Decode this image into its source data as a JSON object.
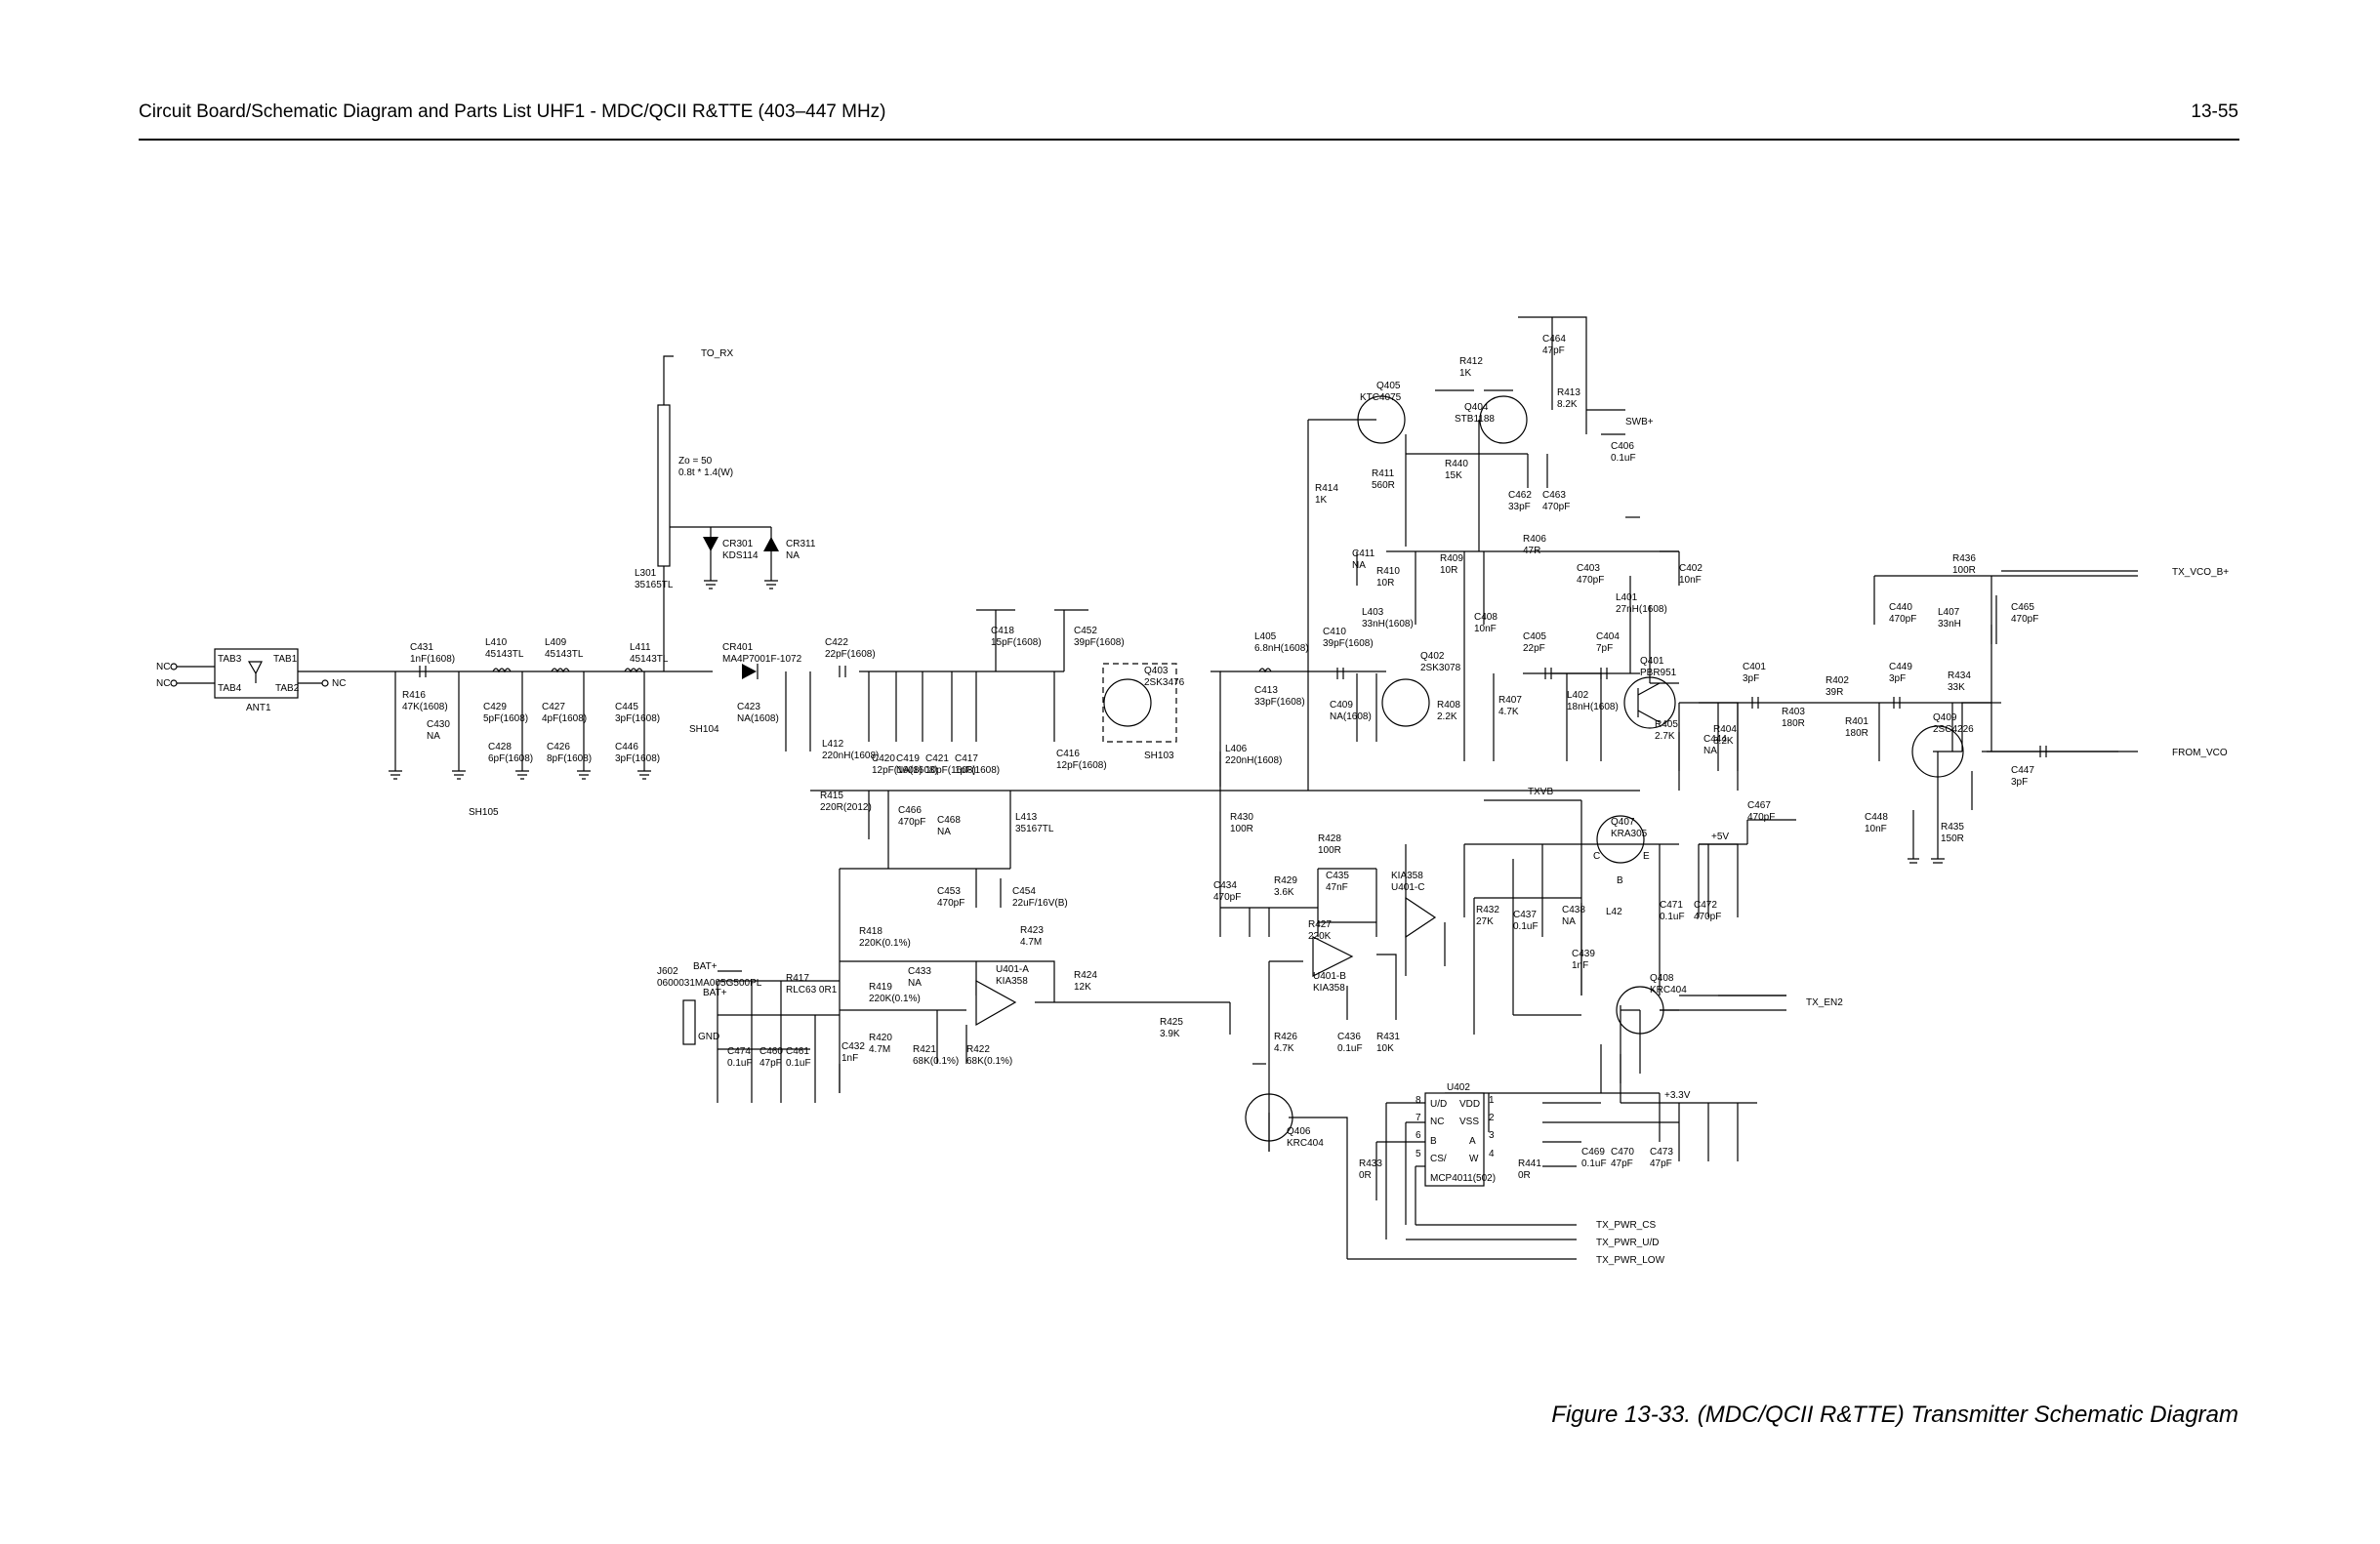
{
  "header": {
    "title": "Circuit Board/Schematic Diagram and Parts List UHF1 - MDC/QCII R&TTE (403–447 MHz)",
    "page_number": "13-55"
  },
  "figure_caption": "Figure 13-33. (MDC/QCII R&TTE) Transmitter Schematic Diagram",
  "ports": {
    "to_rx": "TO_RX",
    "swb": "SWB+",
    "tx_vco_b": "TX_VCO_B+",
    "from_vco": "FROM_VCO",
    "tx_en2": "TX_EN2",
    "tx_pwr_cs": "TX_PWR_CS",
    "tx_pwr_ud": "TX_PWR_U/D",
    "tx_pwr_low": "TX_PWR_LOW",
    "txvb": "TXVB",
    "bat": "BAT+",
    "v5": "+5V",
    "v33": "+3.3V",
    "nc": "NC"
  },
  "antenna": {
    "tab1": "TAB1",
    "tab2": "TAB2",
    "tab3": "TAB3",
    "tab4": "TAB4",
    "ref": "ANT1"
  },
  "stripline": {
    "line1": "Zo = 50",
    "line2": "0.8t * 1.4(W)"
  },
  "transistors": {
    "q401": [
      "Q401",
      "PBR951"
    ],
    "q402": [
      "Q402",
      "2SK3078"
    ],
    "q403": [
      "Q403",
      "2SK3476"
    ],
    "q404": [
      "Q404",
      "STB1188"
    ],
    "q405": [
      "Q405",
      "KTC4075"
    ],
    "q406": [
      "Q406",
      "KRC404"
    ],
    "q407": [
      "Q407",
      "KRA305"
    ],
    "q408": [
      "Q408",
      "KRC404"
    ],
    "q409": [
      "Q409",
      "2SC4226"
    ]
  },
  "pin_labels": {
    "c": "C",
    "e": "E",
    "b": "B",
    "one": "1",
    "two": "2",
    "three": "3",
    "four": "4",
    "five": "5",
    "six": "6",
    "seven": "7",
    "eight": "8"
  },
  "shields": {
    "sh103": "SH103",
    "sh104": "SH104",
    "sh105": "SH105"
  },
  "ics": {
    "u401a": [
      "U401-A",
      "KIA358"
    ],
    "u401b": [
      "U401-B",
      "KIA358"
    ],
    "u401c": [
      "KIA358",
      "U401-C"
    ],
    "u402_ref": "U402",
    "u402_part": "MCP4011(502)",
    "u402_pins_left": [
      "U/D",
      "NC",
      "B",
      "CS/"
    ],
    "u402_pins_right": [
      "VDD",
      "VSS",
      "A",
      "W"
    ],
    "u402_nums_left": [
      "8",
      "7",
      "6",
      "5"
    ],
    "u402_nums_right": [
      "1",
      "2",
      "3",
      "4"
    ]
  },
  "connector": {
    "ref": "J602",
    "part": "0600031MA005G500PL",
    "bat": "BAT+",
    "gnd": "GND"
  },
  "parts": {
    "c431": [
      "C431",
      "1nF(1608)"
    ],
    "l410": [
      "L410",
      "45143TL"
    ],
    "l409": [
      "L409",
      "45143TL"
    ],
    "l411": [
      "L411",
      "45143TL"
    ],
    "cr401": [
      "CR401",
      "MA4P7001F-1072"
    ],
    "c422": [
      "C422",
      "22pF(1608)"
    ],
    "l301": [
      "L301",
      "35165TL"
    ],
    "cr301": [
      "CR301",
      "KDS114"
    ],
    "cr311": [
      "CR311",
      "NA"
    ],
    "r416": [
      "R416",
      "47K(1608)"
    ],
    "c430": [
      "C430",
      "NA"
    ],
    "c429": [
      "C429",
      "5pF(1608)"
    ],
    "c428": [
      "C428",
      "6pF(1608)"
    ],
    "c427": [
      "C427",
      "4pF(1608)"
    ],
    "c426": [
      "C426",
      "8pF(1608)"
    ],
    "c445": [
      "C445",
      "3pF(1608)"
    ],
    "c446": [
      "C446",
      "3pF(1608)"
    ],
    "c423": [
      "C423",
      "NA(1608)"
    ],
    "l412": [
      "L412",
      "220nH(1608)"
    ],
    "c420": [
      "C420",
      "12pF(1608)"
    ],
    "c419": [
      "C419",
      "NA(1608)"
    ],
    "c421": [
      "C421",
      "10pF(1608)"
    ],
    "c417": [
      "C417",
      "1pF(1608)"
    ],
    "c418": [
      "C418",
      "15pF(1608)"
    ],
    "c452": [
      "C452",
      "39pF(1608)"
    ],
    "c416": [
      "C416",
      "12pF(1608)"
    ],
    "r415": [
      "R415",
      "220R(2012)"
    ],
    "c466": [
      "C466",
      "470pF"
    ],
    "c468": [
      "C468",
      "NA"
    ],
    "l413": [
      "L413",
      "35167TL"
    ],
    "c453": [
      "C453",
      "470pF"
    ],
    "c454": [
      "C454",
      "22uF/16V(B)"
    ],
    "r423": [
      "R423",
      "4.7M"
    ],
    "r418": [
      "R418",
      "220K(0.1%)"
    ],
    "r417": [
      "R417",
      "RLC63 0R1"
    ],
    "r419": [
      "R419",
      "220K(0.1%)"
    ],
    "c433": [
      "C433",
      "NA"
    ],
    "r420": [
      "R420",
      "4.7M"
    ],
    "r421": [
      "R421",
      "68K(0.1%)"
    ],
    "r422": [
      "R422",
      "68K(0.1%)"
    ],
    "c432": [
      "C432",
      "1nF"
    ],
    "c474": [
      "C474",
      "0.1uF"
    ],
    "c460": [
      "C460",
      "47pF"
    ],
    "c461": [
      "C461",
      "0.1uF"
    ],
    "r424": [
      "R424",
      "12K"
    ],
    "r425": [
      "R425",
      "3.9K"
    ],
    "l405": [
      "L405",
      "6.8nH(1608)"
    ],
    "c413": [
      "C413",
      "33pF(1608)"
    ],
    "l406": [
      "L406",
      "220nH(1608)"
    ],
    "r430": [
      "R430",
      "100R"
    ],
    "c434": [
      "C434",
      "470pF"
    ],
    "r429": [
      "R429",
      "3.6K"
    ],
    "r428": [
      "R428",
      "100R"
    ],
    "c435": [
      "C435",
      "47nF"
    ],
    "r427": [
      "R427",
      "220K"
    ],
    "r426": [
      "R426",
      "4.7K"
    ],
    "c436": [
      "C436",
      "0.1uF"
    ],
    "r431": [
      "R431",
      "10K"
    ],
    "r433": [
      "R433",
      "0R"
    ],
    "r441": [
      "R441",
      "0R"
    ],
    "r414": [
      "R414",
      "1K"
    ],
    "c411": [
      "C411",
      "NA"
    ],
    "c410": [
      "C410",
      "39pF(1608)"
    ],
    "c409": [
      "C409",
      "NA(1608)"
    ],
    "l403": [
      "L403",
      "33nH(1608)"
    ],
    "r410": [
      "R410",
      "10R"
    ],
    "r409": [
      "R409",
      "10R"
    ],
    "c408": [
      "C408",
      "10nF"
    ],
    "r408": [
      "R408",
      "2.2K"
    ],
    "r407": [
      "R407",
      "4.7K"
    ],
    "c405": [
      "C405",
      "22pF"
    ],
    "c404": [
      "C404",
      "7pF"
    ],
    "l402": [
      "L402",
      "18nH(1608)"
    ],
    "r412": [
      "R412",
      "1K"
    ],
    "r411": [
      "R411",
      "560R"
    ],
    "r440": [
      "R440",
      "15K"
    ],
    "c462": [
      "C462",
      "33pF"
    ],
    "c463": [
      "C463",
      "470pF"
    ],
    "c464": [
      "C464",
      "47pF"
    ],
    "r413": [
      "R413",
      "8.2K"
    ],
    "c406": [
      "C406",
      "0.1uF"
    ],
    "r406": [
      "R406",
      "47R"
    ],
    "c403": [
      "C403",
      "470pF"
    ],
    "c402": [
      "C402",
      "10nF"
    ],
    "l401": [
      "L401",
      "27nH(1608)"
    ],
    "r405": [
      "R405",
      "2.7K"
    ],
    "c444": [
      "C444",
      "NA"
    ],
    "r404": [
      "R404",
      "8.2K"
    ],
    "c401": [
      "C401",
      "3pF"
    ],
    "r403": [
      "R403",
      "180R"
    ],
    "r402": [
      "R402",
      "39R"
    ],
    "r401": [
      "R401",
      "180R"
    ],
    "c449": [
      "C449",
      "3pF"
    ],
    "r434": [
      "R434",
      "33K"
    ],
    "r436": [
      "R436",
      "100R"
    ],
    "c440": [
      "C440",
      "470pF"
    ],
    "l407": [
      "L407",
      "33nH"
    ],
    "c465": [
      "C465",
      "470pF"
    ],
    "c447": [
      "C447",
      "3pF"
    ],
    "c448": [
      "C448",
      "10nF"
    ],
    "r435": [
      "R435",
      "150R"
    ],
    "c467": [
      "C467",
      "470pF"
    ],
    "r432": [
      "R432",
      "27K"
    ],
    "c437": [
      "C437",
      "0.1uF"
    ],
    "c438": [
      "C438",
      "NA"
    ],
    "c471": [
      "C471",
      "0.1uF"
    ],
    "c472": [
      "C472",
      "470pF"
    ],
    "l42": [
      "L42",
      ""
    ],
    "c439": [
      "C439",
      "1nF"
    ],
    "c469": [
      "C469",
      "0.1uF"
    ],
    "c470": [
      "C470",
      "47pF"
    ],
    "c473": [
      "C473",
      "47pF"
    ]
  }
}
